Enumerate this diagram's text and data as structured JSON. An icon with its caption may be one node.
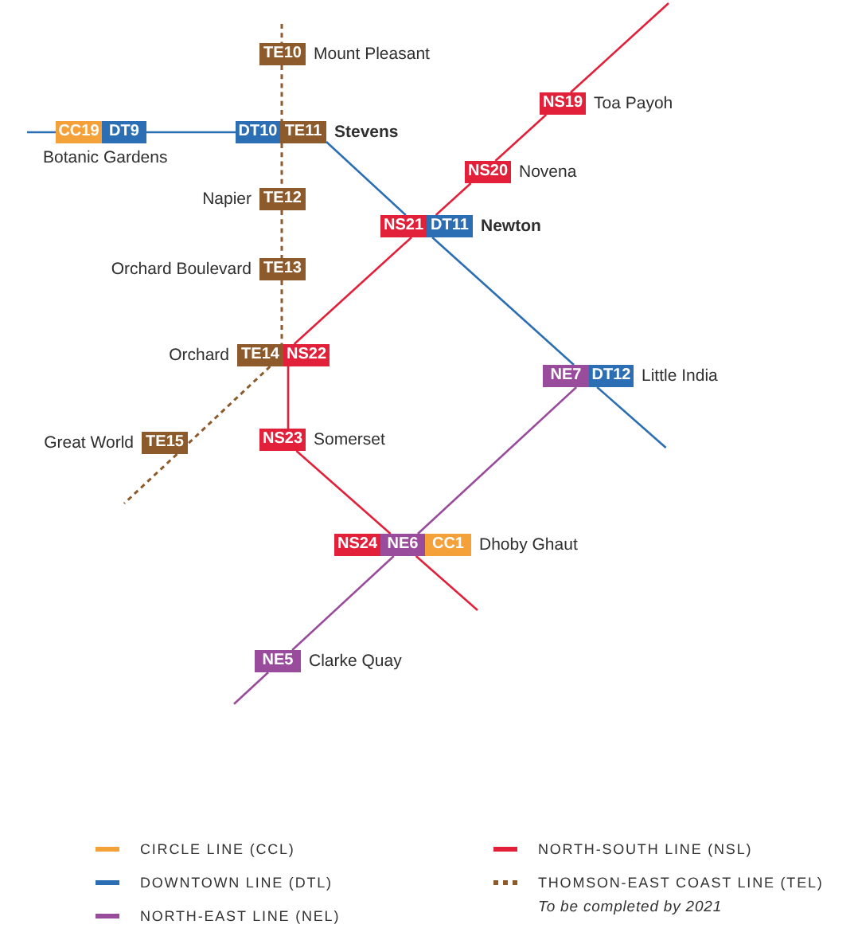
{
  "diagram": {
    "nodes": [
      {
        "text": [
          "TE10"
        ],
        "beside": [
          "Mount Pleasant"
        ]
      },
      {
        "text": [
          "NS19"
        ],
        "beside": [
          "Toa Payoh"
        ]
      },
      {
        "text": [
          "CC19"
        ],
        "beside": [
          "Botanic Gardens"
        ]
      },
      {
        "text": [
          "DT9"
        ]
      },
      {
        "text": [
          "DT10"
        ]
      },
      {
        "text": [
          "TE11"
        ],
        "beside": [
          "Stevens"
        ]
      },
      {
        "text": [
          "NS20"
        ],
        "beside": [
          "Novena"
        ]
      },
      {
        "text": [
          "TE12"
        ],
        "beside": [
          "Napier"
        ]
      },
      {
        "text": [
          "NS21"
        ]
      },
      {
        "text": [
          "DT11"
        ],
        "beside": [
          "Newton"
        ]
      },
      {
        "text": [
          "TE13"
        ],
        "beside": [
          "Orchard Boulevard"
        ]
      },
      {
        "text": [
          "TE14"
        ],
        "beside": [
          "Orchard"
        ]
      },
      {
        "text": [
          "NS22"
        ]
      },
      {
        "text": [
          "NE7"
        ]
      },
      {
        "text": [
          "DT12"
        ],
        "beside": [
          "Little India"
        ]
      },
      {
        "text": [
          "TE15"
        ],
        "beside": [
          "Great World"
        ]
      },
      {
        "text": [
          "NS23"
        ],
        "beside": [
          "Somerset"
        ]
      },
      {
        "text": [
          "NS24"
        ]
      },
      {
        "text": [
          "NE6"
        ]
      },
      {
        "text": [
          "CC1"
        ],
        "beside": [
          "Dhoby Ghaut"
        ]
      },
      {
        "text": [
          "NE5"
        ],
        "beside": [
          "Clarke Quay"
        ]
      }
    ],
    "edges": [
      {
        "from": null,
        "to": 0,
        "arrow": "none",
        "style": "dashed",
        "color": "#8d5a2b"
      },
      {
        "from": 0,
        "to": 5,
        "arrow": "none",
        "style": "dashed",
        "color": "#8d5a2b"
      },
      {
        "from": 5,
        "to": 7,
        "arrow": "none",
        "style": "dashed",
        "color": "#8d5a2b"
      },
      {
        "from": 7,
        "to": 10,
        "arrow": "none",
        "style": "dashed",
        "color": "#8d5a2b"
      },
      {
        "from": 10,
        "to": 11,
        "arrow": "none",
        "style": "dashed",
        "color": "#8d5a2b"
      },
      {
        "from": 11,
        "to": 15,
        "arrow": "none",
        "style": "dashed",
        "color": "#8d5a2b"
      },
      {
        "from": 15,
        "to": null,
        "arrow": "none",
        "style": "dashed",
        "color": "#8d5a2b"
      },
      {
        "from": null,
        "to": 2,
        "arrow": "none",
        "color": "#2b6eb4"
      },
      {
        "from": 3,
        "to": 4,
        "arrow": "none",
        "color": "#2b6eb4"
      },
      {
        "from": 5,
        "to": 8,
        "arrow": "none",
        "color": "#2b6eb4"
      },
      {
        "from": 9,
        "to": 13,
        "arrow": "none",
        "color": "#2b6eb4"
      },
      {
        "from": 14,
        "to": null,
        "arrow": "none",
        "color": "#2b6eb4"
      },
      {
        "from": null,
        "to": 1,
        "arrow": "none",
        "color": "#e2203a"
      },
      {
        "from": 1,
        "to": 6,
        "arrow": "none",
        "color": "#e2203a"
      },
      {
        "from": 6,
        "to": 9,
        "arrow": "none",
        "color": "#e2203a"
      },
      {
        "from": 8,
        "to": 12,
        "arrow": "none",
        "color": "#e2203a"
      },
      {
        "from": 12,
        "to": 16,
        "arrow": "none",
        "color": "#e2203a"
      },
      {
        "from": 16,
        "to": 18,
        "arrow": "none",
        "color": "#e2203a"
      },
      {
        "from": 18,
        "to": null,
        "arrow": "none",
        "color": "#e2203a"
      },
      {
        "from": 13,
        "to": 18,
        "arrow": "none",
        "color": "#9a4c9c"
      },
      {
        "from": 18,
        "to": 20,
        "arrow": "none",
        "color": "#9a4c9c"
      },
      {
        "from": 20,
        "to": null,
        "arrow": "none",
        "color": "#9a4c9c"
      }
    ],
    "labels": [
      "To be completed by 2021"
    ],
    "legend": [
      {
        "text": "CIRCLE LINE (CCL)",
        "color": "#f5a139"
      },
      {
        "text": "DOWNTOWN LINE (DTL)",
        "color": "#2b6eb4"
      },
      {
        "text": "NORTH-EAST LINE (NEL)",
        "color": "#9a4c9c"
      },
      {
        "text": "NORTH-SOUTH LINE (NSL)",
        "color": "#e2203a"
      },
      {
        "text": "THOMSON-EAST COAST LINE (TEL)",
        "color": "#8d5a2b"
      }
    ]
  }
}
